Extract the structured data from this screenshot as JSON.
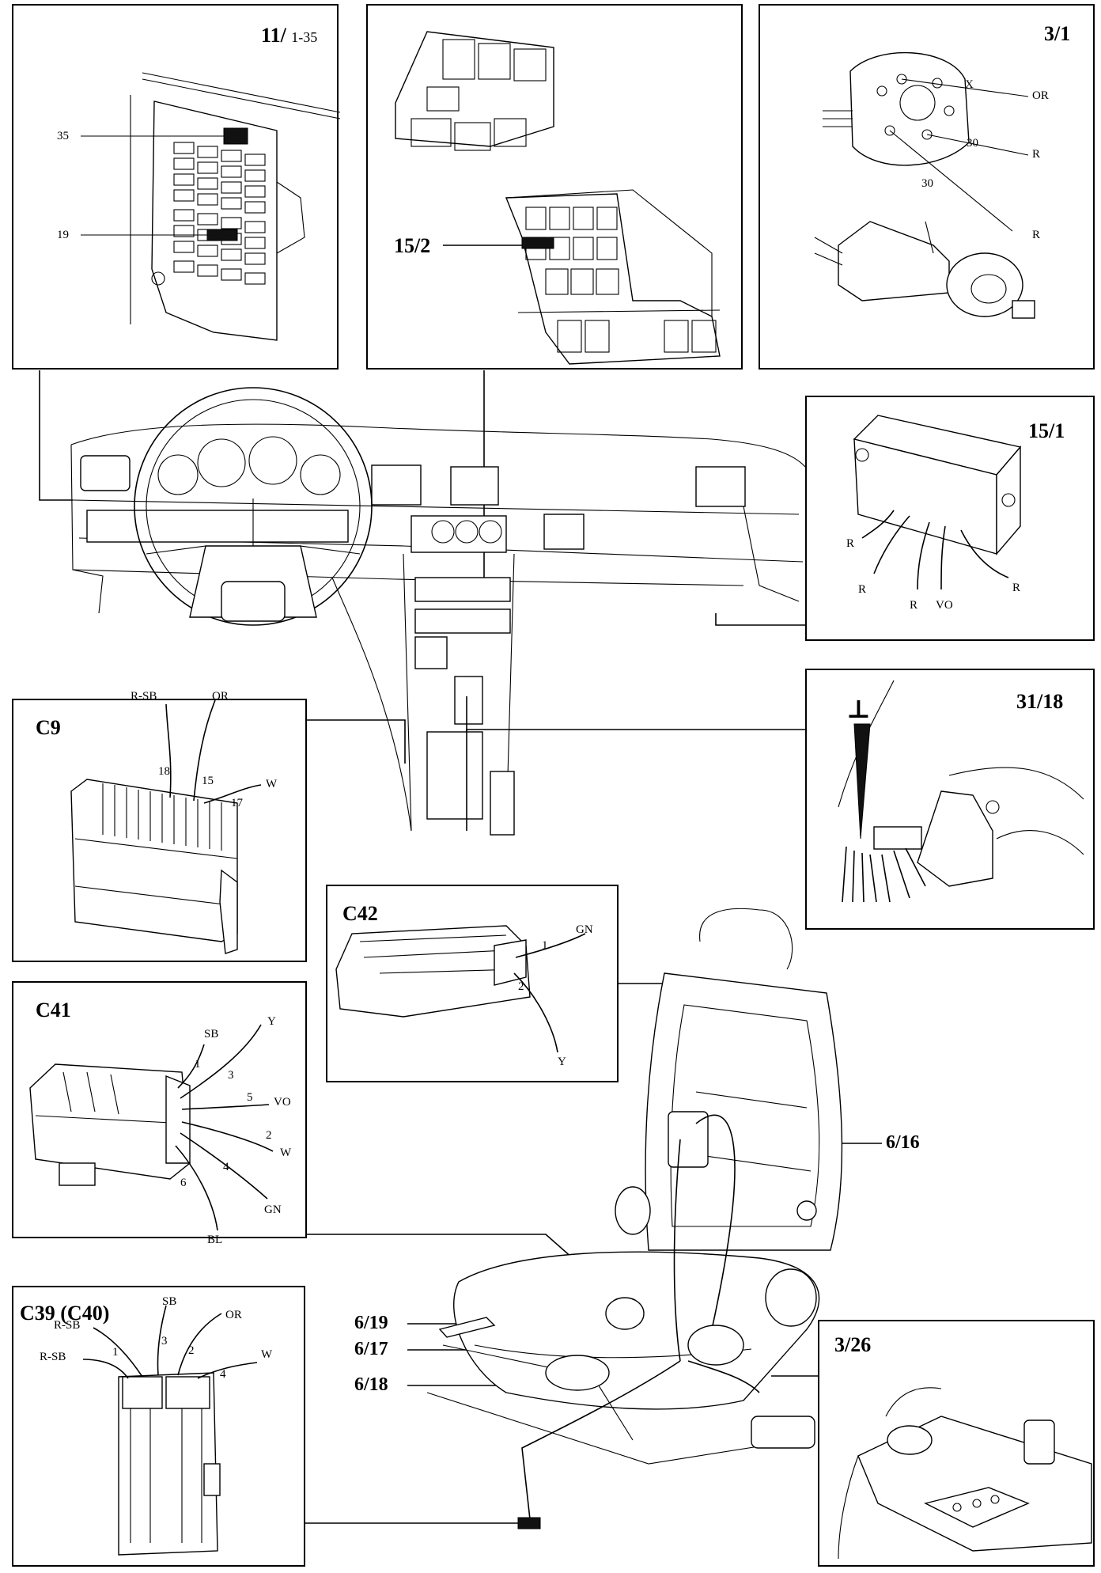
{
  "panels": {
    "p11": {
      "title": "11/",
      "subtitle": "1-35",
      "labels": [
        "35",
        "19"
      ]
    },
    "p15_2": {
      "title": "15/2"
    },
    "p3_1": {
      "title": "3/1",
      "labels": [
        "X",
        "OR",
        "30",
        "R",
        "30",
        "R"
      ]
    },
    "p15_1": {
      "title": "15/1",
      "labels": [
        "R",
        "R",
        "R",
        "VO",
        "R"
      ]
    },
    "pC9": {
      "title": "C9",
      "labels": [
        "R-SB",
        "OR",
        "18",
        "15",
        "17",
        "W"
      ]
    },
    "p31_18": {
      "title": "31/18",
      "ground_symbol": "⊥"
    },
    "pC42": {
      "title": "C42",
      "labels": [
        "GN",
        "1",
        "2",
        "Y"
      ]
    },
    "pC41": {
      "title": "C41",
      "labels": [
        "SB",
        "Y",
        "1",
        "3",
        "5",
        "VO",
        "2",
        "W",
        "4",
        "6",
        "GN",
        "BL"
      ]
    },
    "pC39": {
      "title": "C39 (C40)",
      "labels": [
        "SB",
        "OR",
        "R-SB",
        "3",
        "2",
        "1",
        "R-SB",
        "W",
        "4"
      ]
    },
    "p3_26": {
      "title": "3/26"
    }
  },
  "callouts": [
    "6/16",
    "6/19",
    "6/17",
    "6/18"
  ]
}
